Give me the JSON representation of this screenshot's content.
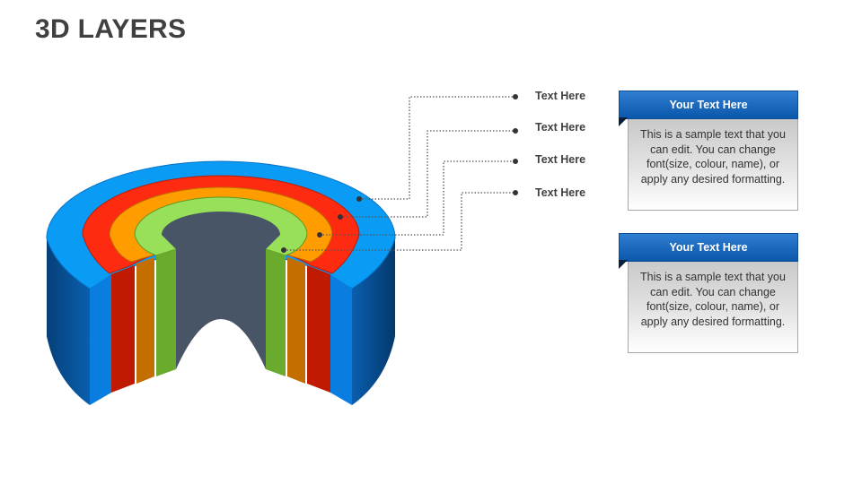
{
  "title": "3D LAYERS",
  "callouts": [
    {
      "label": "Text Here"
    },
    {
      "label": "Text Here"
    },
    {
      "label": "Text Here"
    },
    {
      "label": "Text Here"
    }
  ],
  "boxes": [
    {
      "header": "Your Text Here",
      "body": "This is a sample text that you can edit. You can change font(size, colour, name), or apply any desired formatting."
    },
    {
      "header": "Your Text Here",
      "body": "This is a sample text that you can edit. You can change font(size, colour, name), or apply any desired formatting."
    }
  ],
  "colors": {
    "blue_layer": "#0a9bf5",
    "red_layer": "#ff2b10",
    "orange_layer": "#ff9d00",
    "green_layer": "#99e05a",
    "core": "#475567",
    "header_blue": "#0a57ab"
  }
}
